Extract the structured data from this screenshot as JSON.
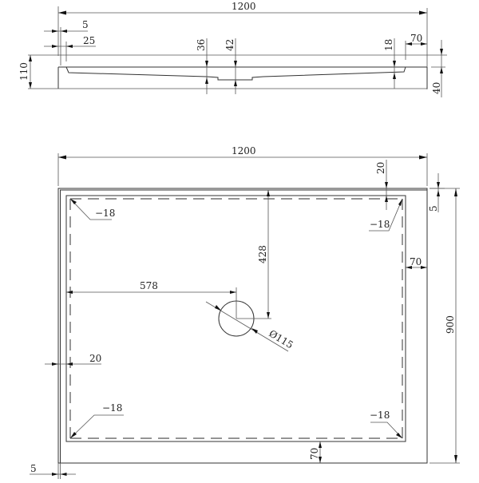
{
  "section_view": {
    "overall_length": "1200",
    "rim_offset_left": "5",
    "rim_inset_left": "25",
    "drain_depth_left": "36",
    "drain_depth_right": "42",
    "slope_depth_right": "18",
    "rim_inset_right": "70",
    "overall_height": "110",
    "rim_height": "40"
  },
  "plan_view": {
    "overall_length": "1200",
    "overall_width": "900",
    "top_flange": "20",
    "right_offset": "5",
    "right_flange": "70",
    "left_flange": "20",
    "bottom_flange": "70",
    "bottom_left_offset": "5",
    "drain_x_offset": "578",
    "drain_y_offset": "428",
    "drain_diameter": "Ø115",
    "corner_levels": {
      "top_left": "−18",
      "top_right": "−18",
      "bottom_left": "−18",
      "bottom_right": "−18"
    }
  }
}
